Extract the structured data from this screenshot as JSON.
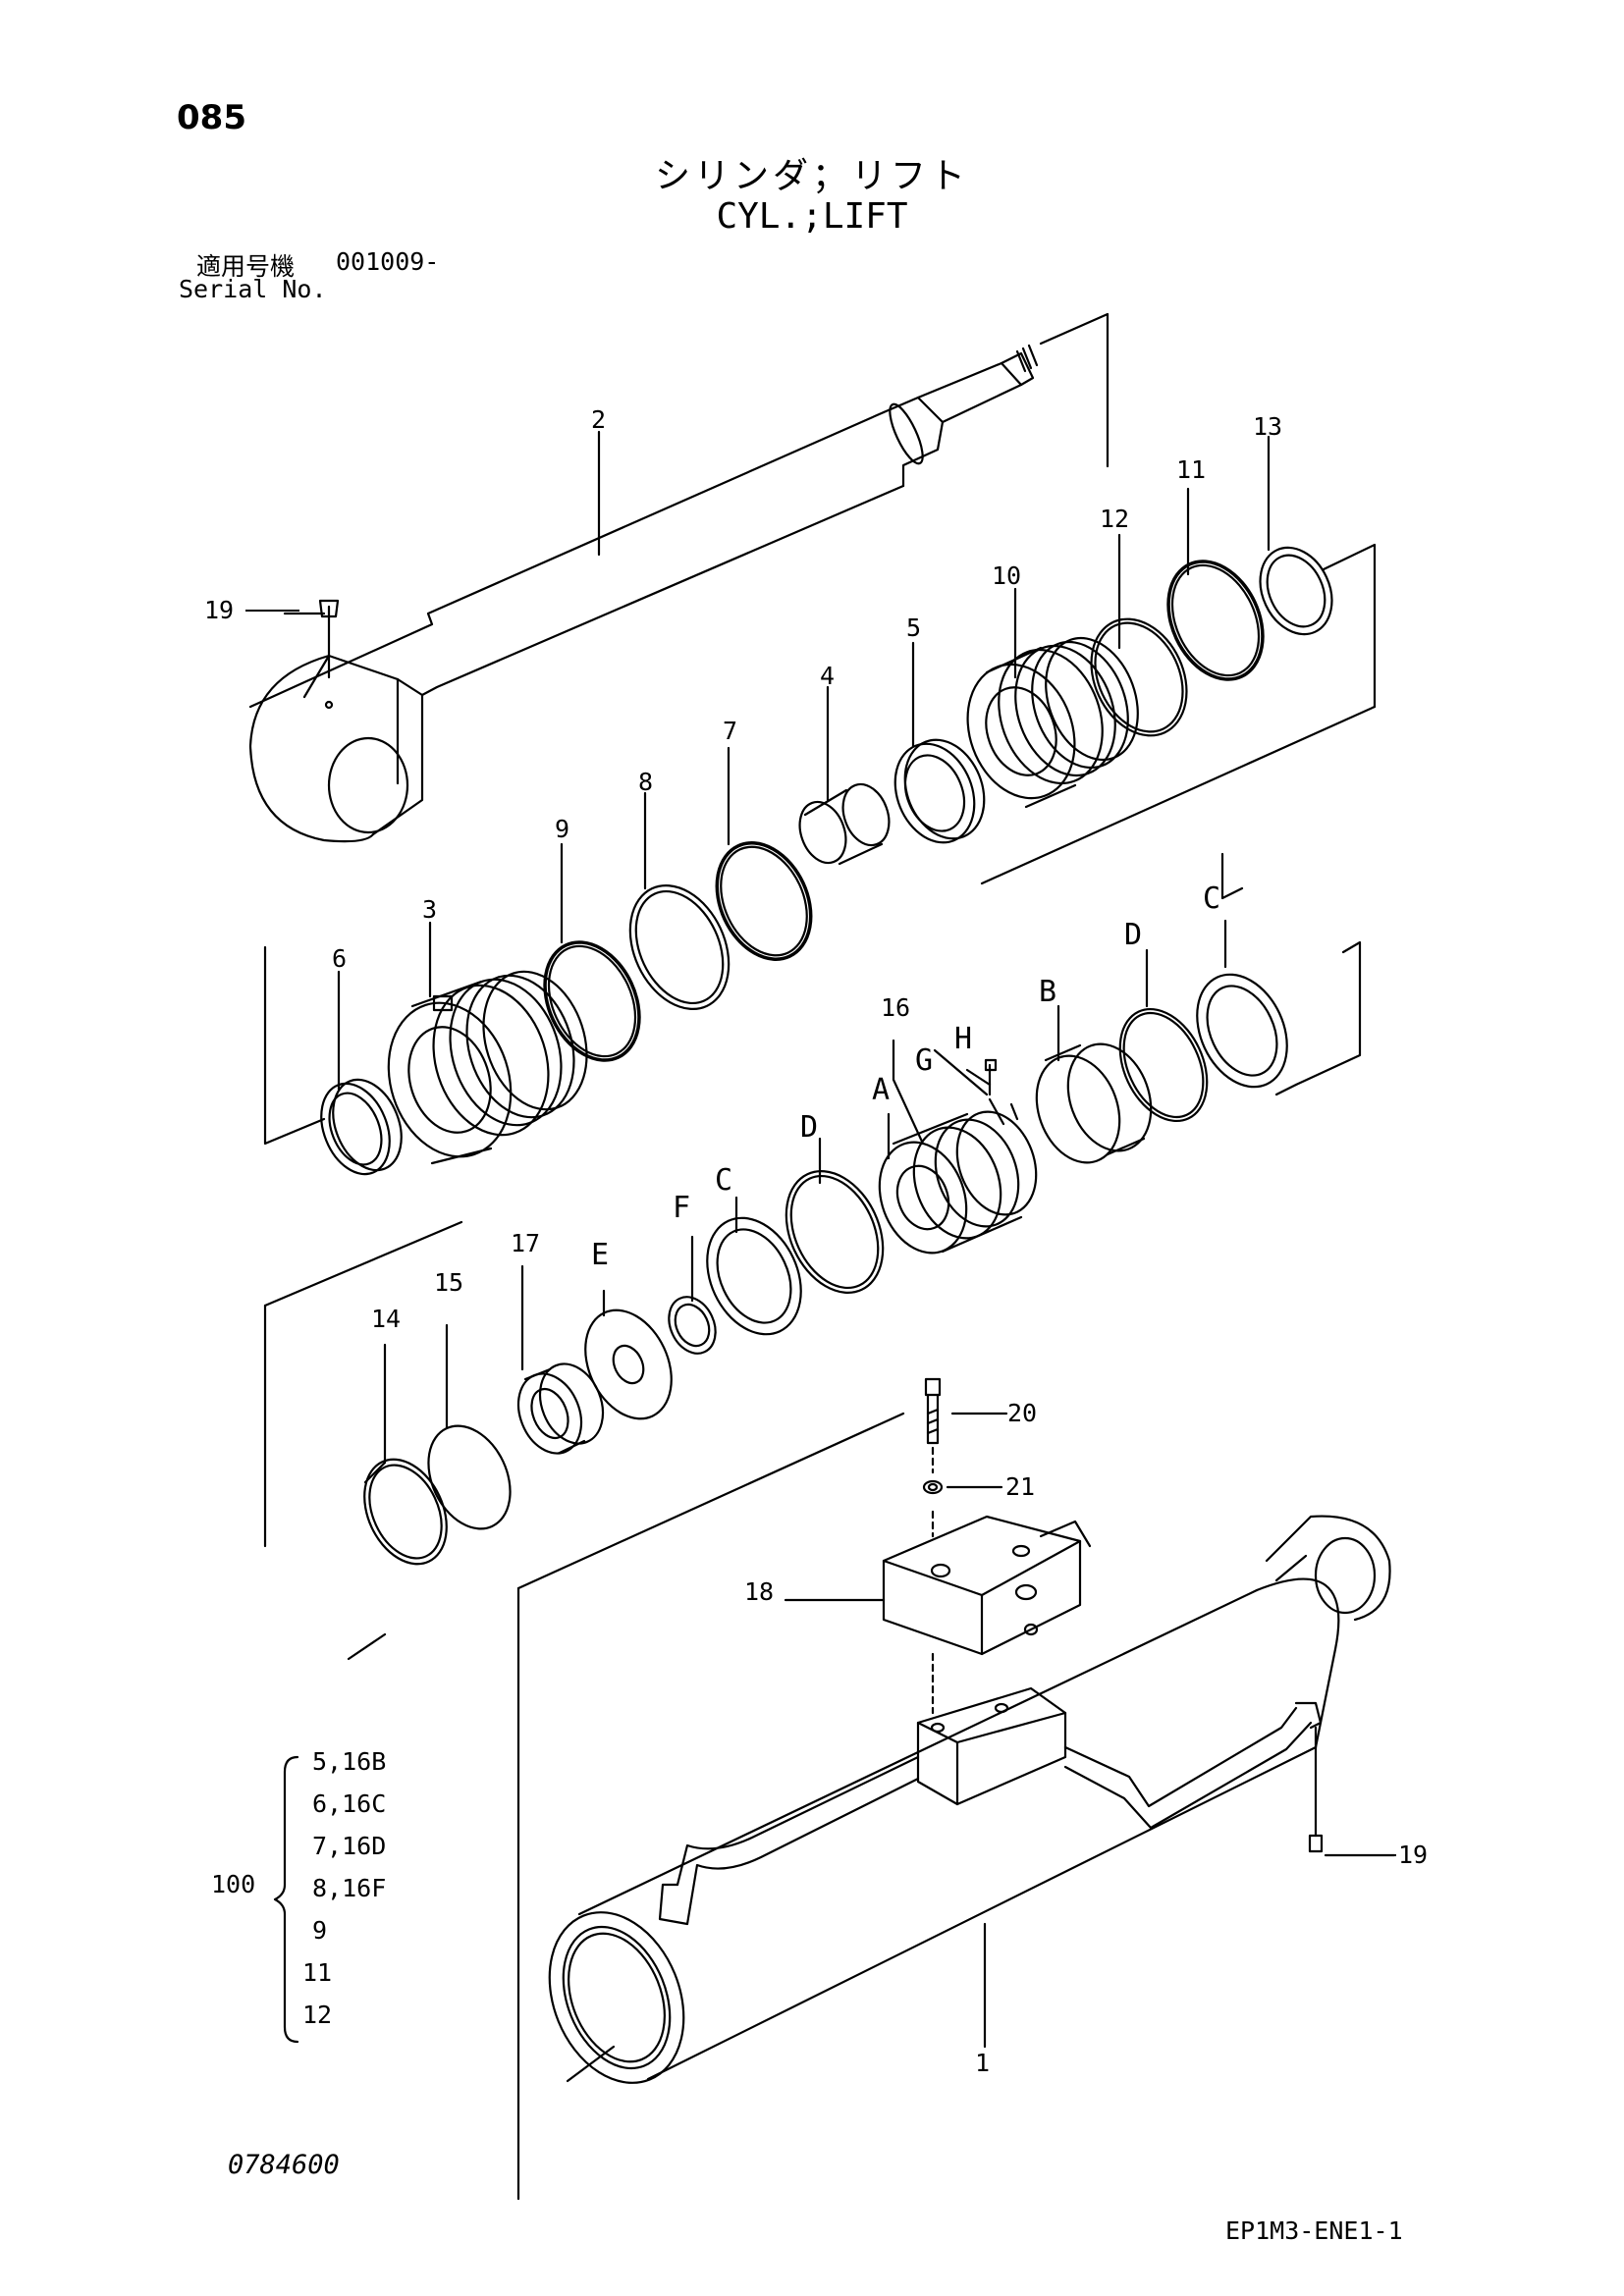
{
  "page_number": "085",
  "title": {
    "japanese": "シリンダ；リフト",
    "english": "CYL.;LIFT"
  },
  "serial": {
    "label_jp": "適用号機",
    "value": "001009-",
    "label_en": "Serial No."
  },
  "callouts": [
    "1",
    "2",
    "3",
    "4",
    "5",
    "6",
    "7",
    "8",
    "9",
    "10",
    "11",
    "12",
    "13",
    "14",
    "15",
    "16",
    "17",
    "18",
    "19",
    "20",
    "21"
  ],
  "subparts": [
    "A",
    "B",
    "C",
    "D",
    "E",
    "F",
    "G",
    "H"
  ],
  "kit": {
    "number": "100",
    "items": [
      "5,16B",
      "6,16C",
      "7,16D",
      "8,16F",
      "9",
      "11",
      "12"
    ]
  },
  "drawing_number": "0784600",
  "page_code": "EP1M3-ENE1-1"
}
